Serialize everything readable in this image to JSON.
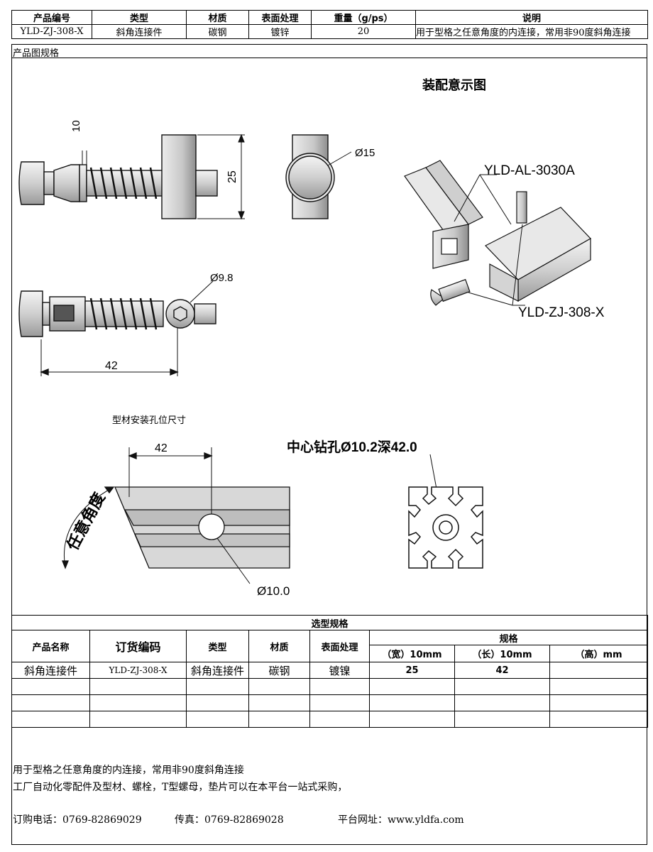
{
  "header": {
    "cols": [
      "产品编号",
      "类型",
      "材质",
      "表面处理",
      "重量（g/ps）",
      "说明"
    ],
    "values": [
      "YLD-ZJ-308-X",
      "斜角连接件",
      "碳钢",
      "镀锌",
      "20",
      "用于型格之任意角度的内连接，常用非90度斜角连接"
    ]
  },
  "section_label": "产品图规格",
  "assembly_title": "装配意示图",
  "labels": {
    "profile_part": "YLD-AL-3030A",
    "connector_part": "YLD-ZJ-308-X",
    "dim_10": "10",
    "dim_25": "25",
    "dim_15": "Ø15",
    "dim_98": "Ø9.8",
    "dim_42": "42",
    "hole_title": "型材安装孔位尺寸",
    "hole_dim_42": "42",
    "any_angle": "任意角度",
    "hole_dia": "Ø10.0",
    "drill_note": "中心钻孔Ø10.2深42.0"
  },
  "spec": {
    "title": "选型规格",
    "headers": [
      "产品名称",
      "订货编码",
      "类型",
      "材质",
      "表面处理"
    ],
    "spec_header": "规格",
    "sub_headers": [
      "（宽）10mm",
      "（长）10mm",
      "（高）mm"
    ],
    "row": [
      "斜角连接件",
      "YLD-ZJ-308-X",
      "斜角连接件",
      "碳钢",
      "镀镍",
      "25",
      "42",
      ""
    ]
  },
  "footer": {
    "line1": "用于型格之任意角度的内连接，常用非90度斜角连接",
    "line2": "工厂自动化零配件及型材、螺栓，T型螺母，垫片可以在本平台一站式采购，",
    "phone": "订购电话：0769-82869029",
    "fax": "传真：0769-82869028",
    "website": "平台网址：www.yldfa.com"
  }
}
